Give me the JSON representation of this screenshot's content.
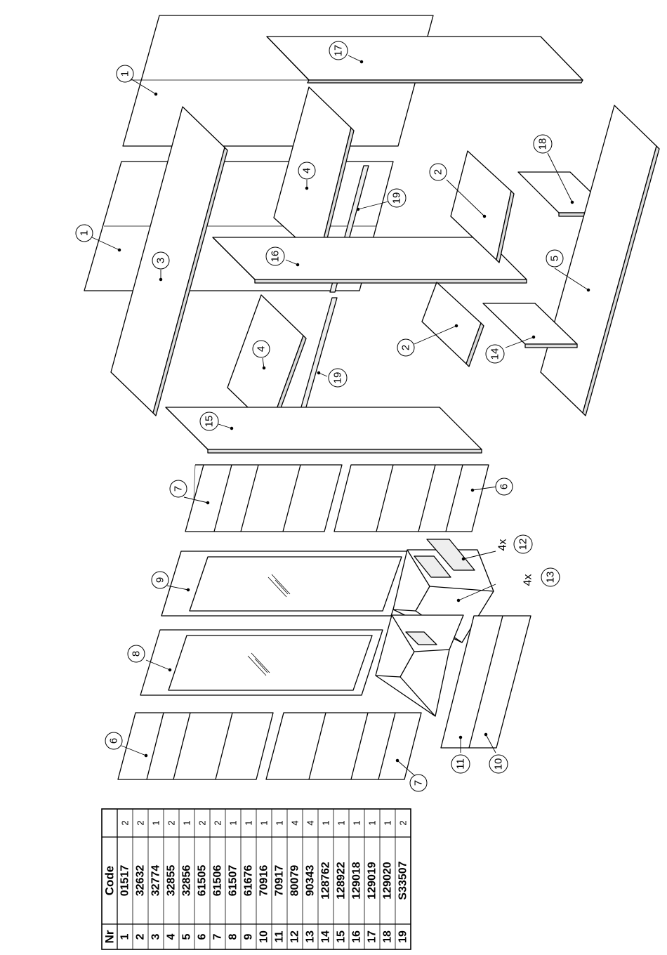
{
  "callouts": {
    "p1_top": "1",
    "p1_bottom": "1",
    "p2_top": "2",
    "p2_bottom": "2",
    "p3": "3",
    "p4_top": "4",
    "p4_bottom": "4",
    "p5": "5",
    "p6_upper": "6",
    "p6_lower": "6",
    "p7_upper": "7",
    "p7_lower": "7",
    "p8": "8",
    "p9": "9",
    "p10": "10",
    "p11": "11",
    "p12": "12",
    "p13": "13",
    "p14": "14",
    "p15": "15",
    "p16": "16",
    "p17": "17",
    "p18": "18",
    "p19_top": "19",
    "p19_bottom": "19"
  },
  "quantity_marks": {
    "p12": "4x",
    "p13": "4x"
  },
  "parts_table": {
    "headers": {
      "nr": "Nr",
      "code": "Code",
      "qty": ""
    },
    "rows": [
      {
        "nr": "1",
        "code": "01517",
        "qty": "2"
      },
      {
        "nr": "2",
        "code": "32632",
        "qty": "2"
      },
      {
        "nr": "3",
        "code": "32774",
        "qty": "1"
      },
      {
        "nr": "4",
        "code": "32855",
        "qty": "2"
      },
      {
        "nr": "5",
        "code": "32856",
        "qty": "1"
      },
      {
        "nr": "6",
        "code": "61505",
        "qty": "2"
      },
      {
        "nr": "7",
        "code": "61506",
        "qty": "2"
      },
      {
        "nr": "8",
        "code": "61507",
        "qty": "1"
      },
      {
        "nr": "9",
        "code": "61676",
        "qty": "1"
      },
      {
        "nr": "10",
        "code": "70916",
        "qty": "1"
      },
      {
        "nr": "11",
        "code": "70917",
        "qty": "1"
      },
      {
        "nr": "12",
        "code": "80079",
        "qty": "4"
      },
      {
        "nr": "13",
        "code": "90343",
        "qty": "4"
      },
      {
        "nr": "14",
        "code": "128762",
        "qty": "1"
      },
      {
        "nr": "15",
        "code": "128922",
        "qty": "1"
      },
      {
        "nr": "16",
        "code": "129018",
        "qty": "1"
      },
      {
        "nr": "17",
        "code": "129019",
        "qty": "1"
      },
      {
        "nr": "18",
        "code": "129020",
        "qty": "1"
      },
      {
        "nr": "19",
        "code": "S33507",
        "qty": "2"
      }
    ]
  }
}
